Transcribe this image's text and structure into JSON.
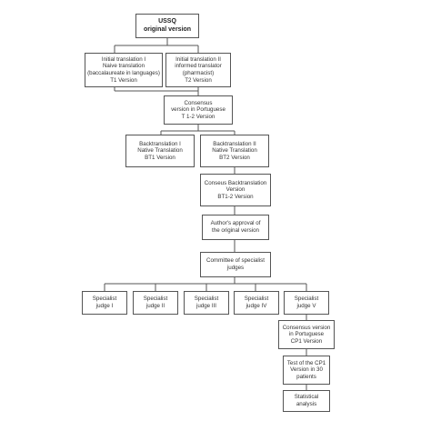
{
  "diagram": {
    "nodes": [
      {
        "id": "ussq",
        "text": "USSQ\noriginal version"
      },
      {
        "id": "t1",
        "text": "Initial translation I\nNaive translation\n(baccalaureate in languages)\nT1 Version"
      },
      {
        "id": "t2",
        "text": "Initial translation II\ninformed translator\n(pharmacist)\nT2 Version"
      },
      {
        "id": "t12",
        "text": "Consensus\nversion in Portuguese\nT 1-2 Version"
      },
      {
        "id": "bt1",
        "text": "Backtranslation I\nNative Translation\nBT1 Version"
      },
      {
        "id": "bt2",
        "text": "Backtranslation II\nNative Translation\nBT2 Version"
      },
      {
        "id": "bt12",
        "text": "Conseus Backtranslation\nVersion\nBT1-2 Version"
      },
      {
        "id": "approval",
        "text": "Author's approval of\nthe original version"
      },
      {
        "id": "committee",
        "text": "Committee of specialist\njudges"
      },
      {
        "id": "j1",
        "text": "Specialist\njudge I"
      },
      {
        "id": "j2",
        "text": "Specialist\njudge II"
      },
      {
        "id": "j3",
        "text": "Specialist\njudge III"
      },
      {
        "id": "j4",
        "text": "Specialist\njudge IV"
      },
      {
        "id": "j5",
        "text": "Specialist\njudge V"
      },
      {
        "id": "cp1",
        "text": "Consensus version\nin Portuguese\nCP1 Version"
      },
      {
        "id": "test",
        "text": "Test of the CP1\nVersion in 30\npatients"
      },
      {
        "id": "stats",
        "text": "Statistical\nanalysis"
      }
    ]
  }
}
